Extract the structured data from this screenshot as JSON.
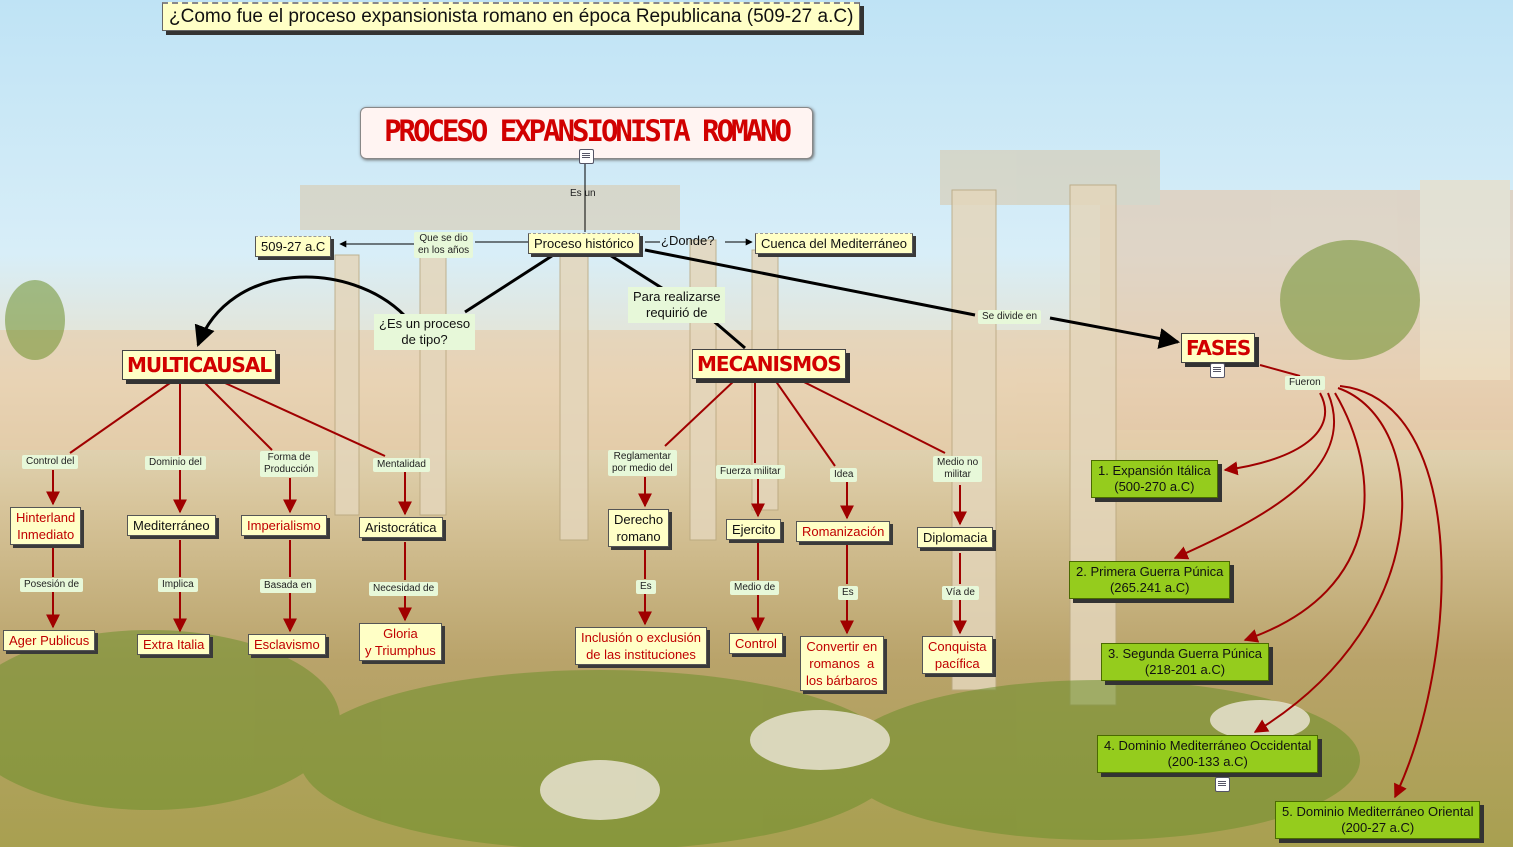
{
  "title": "¿Como fue el proceso expansionista romano en época Republicana (509-27 a.C)",
  "main_topic": "PROCESO EXPANSIONISTA ROMANO",
  "nodes": {
    "proceso_historico": "Proceso histórico",
    "fecha": "509-27 a.C",
    "cuenca": "Cuenca del Mediterráneo",
    "multicausal": "MULTICAUSAL",
    "mecanismos": "MECANISMOS",
    "fases": "FASES",
    "hinterland": "Hinterland\nInmediato",
    "mediterraneo": "Mediterráneo",
    "imperialismo": "Imperialismo",
    "aristocratica": "Aristocrática",
    "ager": "Ager Publicus",
    "extra_italia": "Extra Italia",
    "esclavismo": "Esclavismo",
    "gloria": "Gloria\ny Triumphus",
    "derecho": "Derecho\nromano",
    "ejercito": "Ejercito",
    "romanizacion": "Romanización",
    "diplomacia": "Diplomacia",
    "inclusion": "Inclusión o exclusión\nde las instituciones",
    "control": "Control",
    "convertir": "Convertir en\nromanos  a\nlos bárbaros",
    "conquista": "Conquista\npacífica"
  },
  "phases": [
    "1. Expansión Itálica\n(500-270 a.C)",
    "2. Primera Guerra Púnica\n(265.241 a.C)",
    "3. Segunda Guerra Púnica\n(218-201 a.C)",
    "4. Dominio Mediterráneo Occidental\n(200-133 a.C)",
    "5. Dominio Mediterráneo Oriental\n(200-27 a.C)"
  ],
  "links": {
    "es_un": "Es un",
    "que_se_dio": "Que se dio\nen los años",
    "donde": "¿Donde?",
    "es_un_proceso": "¿Es un proceso\nde tipo?",
    "para_realizarse": "Para realizarse\nrequirió de",
    "se_divide": "Se divide en",
    "fueron": "Fueron",
    "control_del": "Control del",
    "dominio_del": "Dominio del",
    "forma_prod": "Forma de\nProducción",
    "mentalidad": "Mentalidad",
    "posesion": "Posesión de",
    "implica": "Implica",
    "basada": "Basada en",
    "necesidad": "Necesidad de",
    "reglamentar": "Reglamentar\npor medio del",
    "fuerza": "Fuerza militar",
    "idea": "Idea",
    "medio_no": "Medio no\nmilitar",
    "es1": "Es",
    "medio_de": "Medio de",
    "es2": "Es",
    "via_de": "Vía de"
  },
  "colors": {
    "edge": "#a00000",
    "black_edge": "#000000",
    "phase_green": "#95cc1d",
    "node_yellow": "#ffffc6",
    "label_green": "#e7f8d9"
  }
}
